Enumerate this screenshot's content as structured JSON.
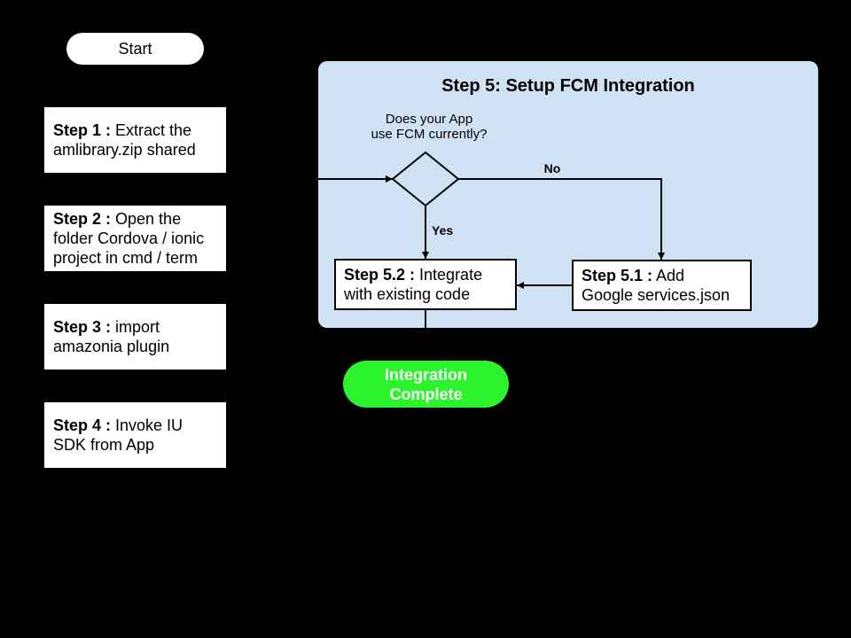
{
  "colors": {
    "page_bg": "#000000",
    "panel_bg": "#cfe2f3",
    "node_bg": "#ffffff",
    "node_border": "#000000",
    "connector": "#000000",
    "terminal_bg": "#2cf42c",
    "terminal_text": "#ffffff",
    "text": "#000000"
  },
  "flowchart": {
    "start": {
      "label": "Start"
    },
    "steps": [
      {
        "bold": "Step 1 :",
        "rest": " Extract the\namlibrary.zip shared"
      },
      {
        "bold": "Step 2 :",
        "rest": " Open the\nfolder Cordova / ionic\nproject in cmd / term"
      },
      {
        "bold": "Step 3 :",
        "rest": " import\namazonia plugin"
      },
      {
        "bold": "Step 4 :",
        "rest": " Invoke IU\nSDK from App"
      }
    ],
    "panel": {
      "title": "Step 5: Setup FCM Integration",
      "question": "Does your App\nuse FCM currently?",
      "no_label": "No",
      "yes_label": "Yes",
      "step_5_1": {
        "bold": "Step 5.1 :",
        "rest": " Add\nGoogle services.json"
      },
      "step_5_2": {
        "bold": "Step 5.2 :",
        "rest": " Integrate\nwith existing code"
      }
    },
    "terminal": {
      "label": "Integration\nComplete"
    }
  }
}
